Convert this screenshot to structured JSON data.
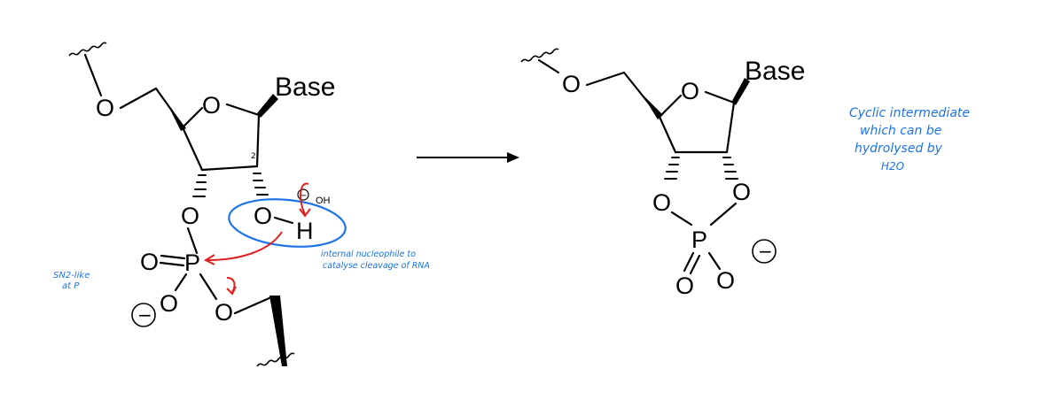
{
  "reactant": {
    "atoms": {
      "o_ether_top": "O",
      "o_ring": "O",
      "base": "Base",
      "o_phosphate_up": "O",
      "o_hydroxyl": "O",
      "h_hydroxyl": "H",
      "o_double": "O",
      "phosphorus": "P",
      "o_minus": "O",
      "o_ether_bottom": "O",
      "charge_minus": "−",
      "hydroxide": "OH",
      "hydroxide_charge": "−",
      "carbon_label": "2'"
    }
  },
  "product": {
    "atoms": {
      "o_ether_top": "O",
      "o_ring": "O",
      "base": "Base",
      "o_cyclic_left": "O",
      "o_cyclic_right": "O",
      "phosphorus": "P",
      "o_double": "O",
      "o_minus": "O",
      "charge_minus": "−"
    }
  },
  "annotations": {
    "sn2_line1": "SN2-like",
    "sn2_line2": "at P",
    "nucleophile_line1": "internal nucleophile to",
    "nucleophile_line2": "catalyse cleavage of RNA",
    "cyclic_line1": "Cyclic intermediate",
    "cyclic_line2": "which can be",
    "cyclic_line3": "hydrolysed by",
    "cyclic_line4": "H2O"
  },
  "colors": {
    "ink": "#000000",
    "annotation_blue": "#1e73e8",
    "arrow_red": "#e02020"
  }
}
